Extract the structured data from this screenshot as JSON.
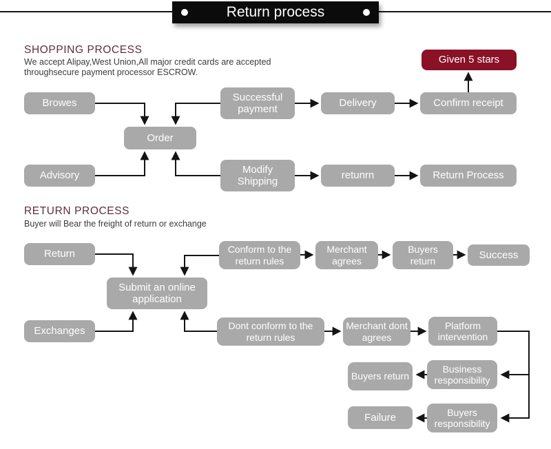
{
  "header": {
    "title": "Return process"
  },
  "shopping": {
    "heading": "SHOPPING PROCESS",
    "description_line1": "We accept Alipay,West Union,All major credit cards are accepted",
    "description_line2": "throughsecure payment processor ESCROW.",
    "nodes": {
      "browes": "Browes",
      "order": "Order",
      "advisory": "Advisory",
      "successful_payment": "Successful payment",
      "modify_shipping": "Modify Shipping",
      "delivery": "Delivery",
      "retunrn": "retunrn",
      "confirm_receipt": "Confirm receipt",
      "return_process": "Return Process",
      "given_5_stars": "Given 5 stars"
    }
  },
  "returns": {
    "heading": "RETURN PROCESS",
    "description": "Buyer will Bear the freight of return or exchange",
    "nodes": {
      "return": "Return",
      "submit": "Submit an online application",
      "exchanges": "Exchanges",
      "conform": "Conform to the return rules",
      "merchant_agrees": "Merchant agrees",
      "buyers_return": "Buyers return",
      "success": "Success",
      "dont_conform": "Dont conform to the return rules",
      "merchant_dont_agrees": "Merchant dont agrees",
      "platform_intervention": "Platform intervention",
      "business_responsibility": "Business responsibility",
      "buyers_return_2": "Buyers return",
      "buyers_responsibility": "Buyers responsibility",
      "failure": "Failure"
    }
  },
  "edges": [
    "Browes->Order",
    "Successful payment->Order",
    "Advisory->Order",
    "Modify Shipping->Order",
    "Successful payment->Delivery",
    "Delivery->Confirm receipt",
    "Confirm receipt->Given 5 stars",
    "Modify Shipping->retunrn",
    "retunrn->Return Process",
    "Return->Submit an online application",
    "Conform to the return rules->Submit an online application",
    "Exchanges->Submit an online application",
    "Dont conform to the return rules->Submit an online application",
    "Conform to the return rules->Merchant agrees",
    "Merchant agrees->Buyers return",
    "Buyers return->Success",
    "Dont conform to the return rules->Merchant dont agrees",
    "Merchant dont agrees->Platform intervention",
    "Platform intervention->Business responsibility",
    "Platform intervention->Buyers responsibility",
    "Business responsibility->Buyers return",
    "Buyers responsibility->Failure"
  ],
  "colors": {
    "node_fill": "#a9a9a9",
    "accent": "#8a1126",
    "heading": "#5d2e3a"
  }
}
